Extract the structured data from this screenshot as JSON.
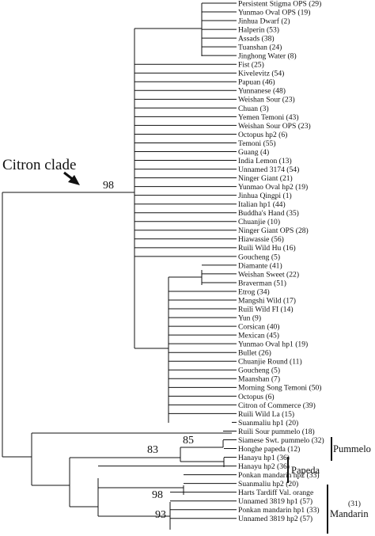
{
  "figure": {
    "citron_clade_label": "Citron clade",
    "groups": {
      "pummelo": "Pummelo",
      "papeda": "Papeda",
      "mandarin": "Mandarin"
    },
    "bootstrap": {
      "citron": "98",
      "upper": "83",
      "pummelo": "85",
      "mandarin": "98",
      "lower": "93"
    }
  },
  "taxa": [
    "Persistent Stigma OPS (29)",
    "Yunmao Oval OPS (19)",
    "Jinhua Dwarf (2)",
    "Halperin (53)",
    "Assads (38)",
    "Tuanshan (24)",
    "Jinghong Water (8)",
    "Fist (25)",
    "Kivelevitz (54)",
    "Papuan (46)",
    "Yunnanese (48)",
    "Weishan Sour (23)",
    "Chuan (3)",
    "Yemen Temoni (43)",
    "Weishan Sour OPS (23)",
    "Octopus hp2 (6)",
    "Temoni (55)",
    "Guang (4)",
    "India Lemon (13)",
    "Unnamed 3174 (54)",
    "Ninger Giant (21)",
    "Yunmao Oval hp2 (19)",
    "Jinhua Qingpi (1)",
    "Italian hp1 (44)",
    "Buddha's Hand (35)",
    "Chuanjie (10)",
    "Ninger Giant OPS (28)",
    "Hiawassie (56)",
    "Ruili Wild Hu (16)",
    "Goucheng (5)",
    "Diamante (41)",
    "Weishan Sweet (22)",
    "Braverman (51)",
    "Etrog (34)",
    "Mangshi Wild (17)",
    "Ruili Wild FI (14)",
    "Yun (9)",
    "Corsican (40)",
    "Mexican (45)",
    "Yunmao Oval hp1 (19)",
    "Bullet (26)",
    "Chuanjie Round (11)",
    "Goucheng (5)",
    "Maanshan (7)",
    "Morning Song Temoni (50)",
    "Octopus (6)",
    "Citron of Commerce (39)",
    "Ruili Wild La (15)",
    "Suanmaliu hp1 (20)",
    "Ruili Sour pummelo (18)",
    "Siamese Swt. pummelo (32)",
    "Honghe papeda (12)",
    "Hanayu hp1 (36)",
    "Hanayu hp2 (36)",
    "Ponkan mandarin hp2 (33)",
    "Suanmaliu hp2 (20)",
    "Harts Tardiff Val. orange",
    "Unnamed 3819 hp1 (57)",
    "Ponkan mandarin hp1 (33)",
    "Unnamed 3819 hp2 (57)"
  ],
  "extra_labels": {
    "harts_suffix": "(31)"
  }
}
